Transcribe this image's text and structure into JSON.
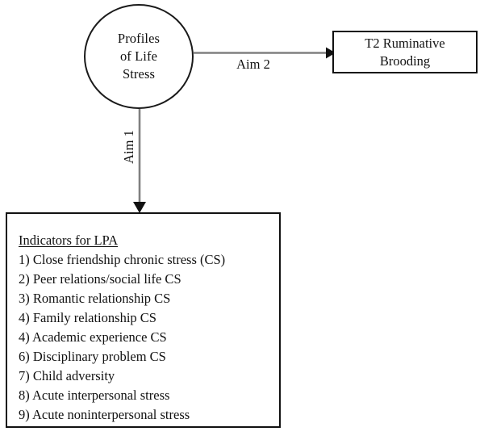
{
  "diagram": {
    "nodes": {
      "predictor": {
        "name": "profiles-of-life-stress",
        "label_line1": "Profiles",
        "label_line2": "of Life",
        "label_line3": "Stress",
        "shape": "circle"
      },
      "outcome": {
        "name": "t2-ruminative-brooding",
        "label_line1": "T2 Ruminative",
        "label_line2": "Brooding",
        "shape": "rectangle"
      },
      "indicators": {
        "heading": "Indicators for LPA",
        "items": [
          "1) Close friendship chronic stress (CS)",
          "2) Peer relations/social life CS",
          "3) Romantic relationship CS",
          "4) Family relationship CS",
          "4) Academic experience CS",
          "6) Disciplinary problem CS",
          "7) Child adversity",
          "8) Acute interpersonal stress",
          "9) Acute noninterpersonal stress"
        ]
      }
    },
    "arrows": {
      "aim1": {
        "label": "Aim 1",
        "direction": "down",
        "from": "profiles-of-life-stress",
        "to": "indicators-box"
      },
      "aim2": {
        "label": "Aim 2",
        "direction": "right",
        "from": "profiles-of-life-stress",
        "to": "t2-ruminative-brooding"
      }
    },
    "colors": {
      "stroke": "#111111",
      "circle_stroke": "#1a1a1a",
      "arrow_shaft": "#808080",
      "arrow_head": "#111111",
      "background": "#ffffff"
    }
  }
}
